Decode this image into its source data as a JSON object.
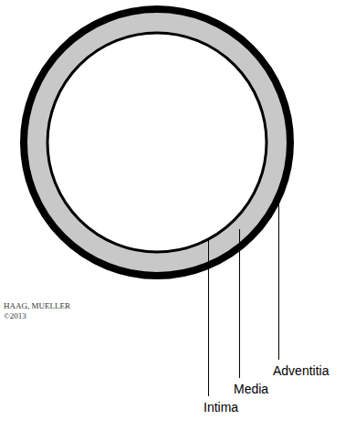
{
  "diagram": {
    "labels": [
      "Adventitia",
      "Media",
      "Intima",
      "HAAG, MUELLER",
      "©2013"
    ]
  }
}
